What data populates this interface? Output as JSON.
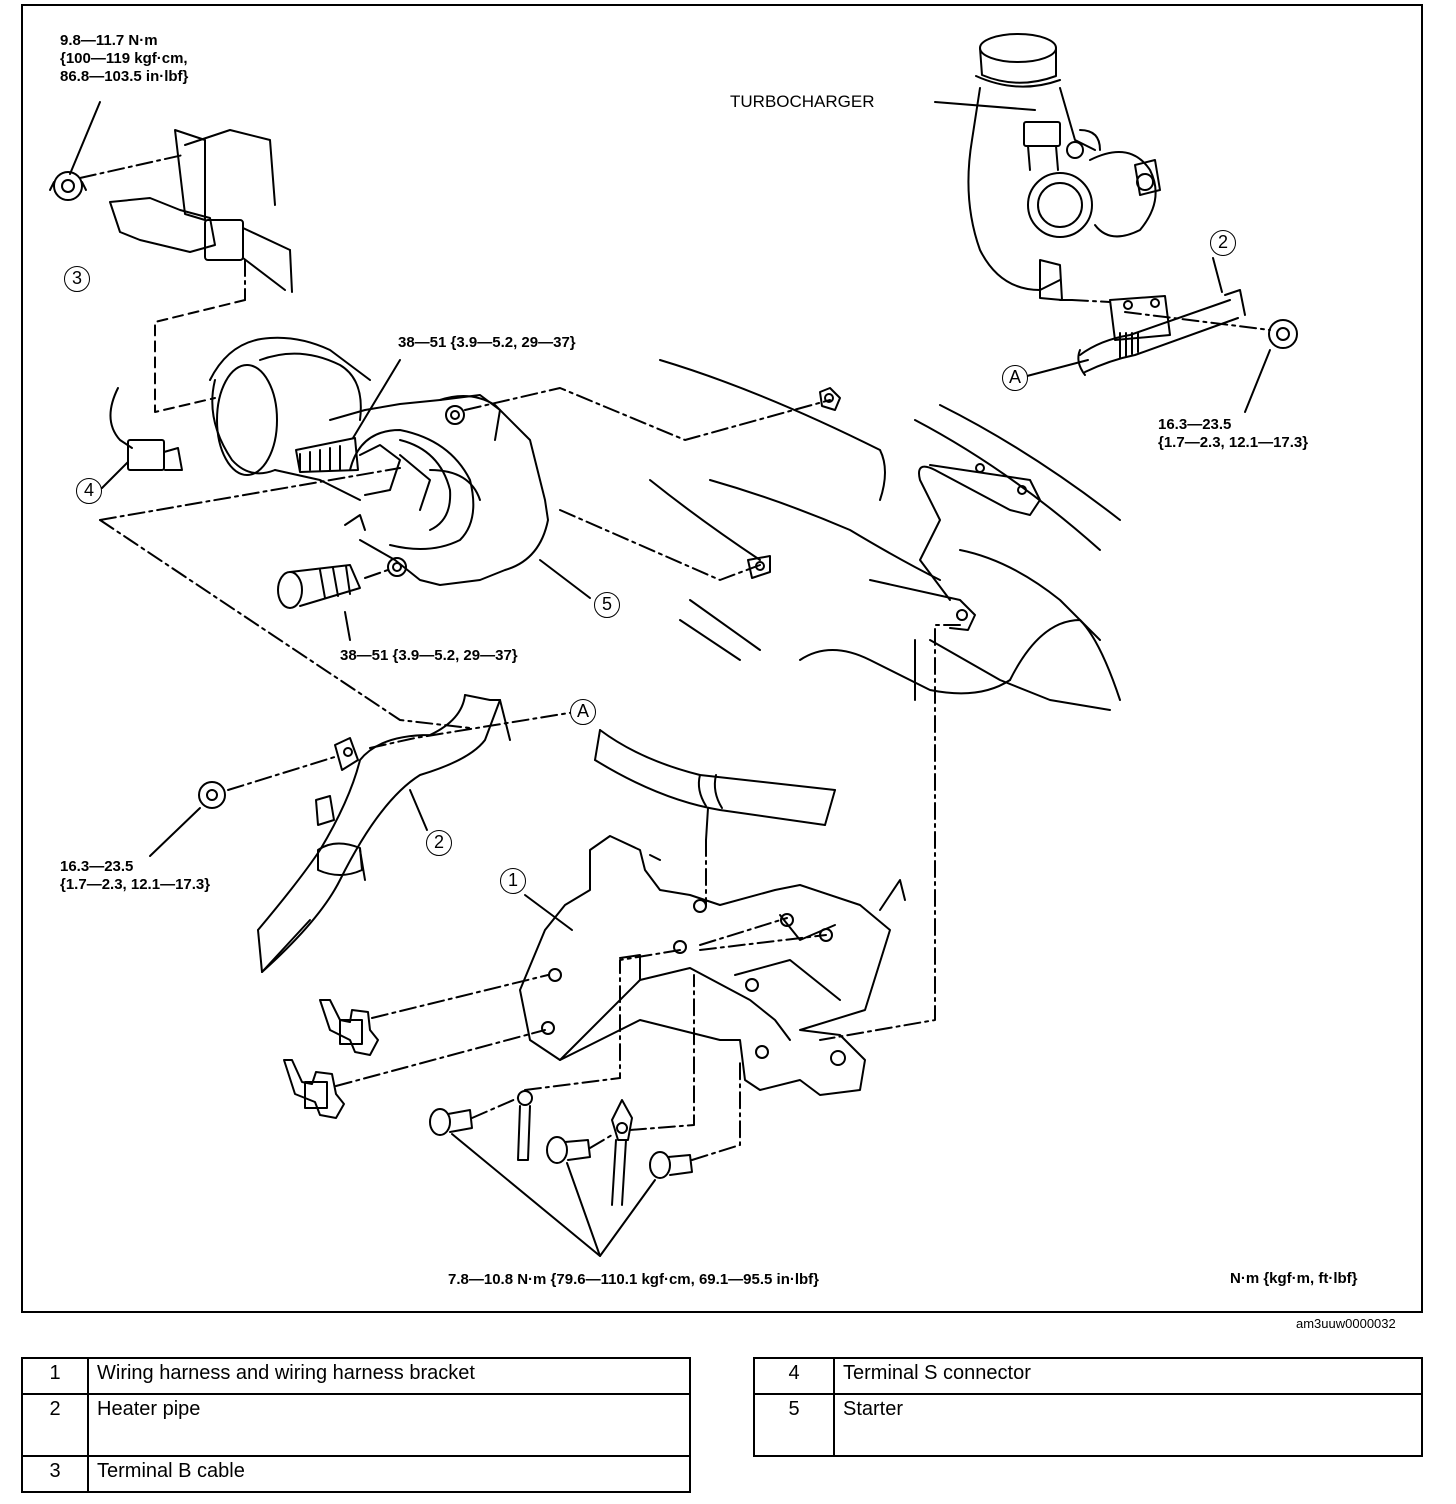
{
  "diagram": {
    "torque_labels": {
      "terminal_b_nut": [
        "9.8—11.7 N·m",
        "{100—119 kgf·cm,",
        "86.8—103.5 in·lbf}"
      ],
      "starter_upper_bolt": "38—51 {3.9—5.2, 29—37}",
      "starter_lower_bolt": "38—51 {3.9—5.2, 29—37}",
      "heater_pipe_nut_upper": [
        "16.3—23.5",
        "{1.7—2.3, 12.1—17.3}"
      ],
      "heater_pipe_nut_lower": [
        "16.3—23.5",
        "{1.7—2.3, 12.1—17.3}"
      ],
      "harness_bracket_bolts": "7.8—10.8 N·m {79.6—110.1 kgf·cm, 69.1—95.5 in·lbf}"
    },
    "component_labels": {
      "turbocharger": "TURBOCHARGER"
    },
    "units_note": "N·m {kgf·m, ft·lbf}",
    "callouts": {
      "c1": "1",
      "c2a": "2",
      "c2b": "2",
      "c3": "3",
      "c4": "4",
      "c5": "5",
      "ca1": "A",
      "ca2": "A"
    },
    "image_id": "am3uuw0000032"
  },
  "legend_left": [
    {
      "num": "1",
      "desc": "Wiring harness and wiring harness bracket"
    },
    {
      "num": "2",
      "desc": "Heater pipe"
    },
    {
      "num": "3",
      "desc": "Terminal B cable"
    }
  ],
  "legend_right": [
    {
      "num": "4",
      "desc": "Terminal S connector"
    },
    {
      "num": "5",
      "desc": "Starter"
    }
  ]
}
